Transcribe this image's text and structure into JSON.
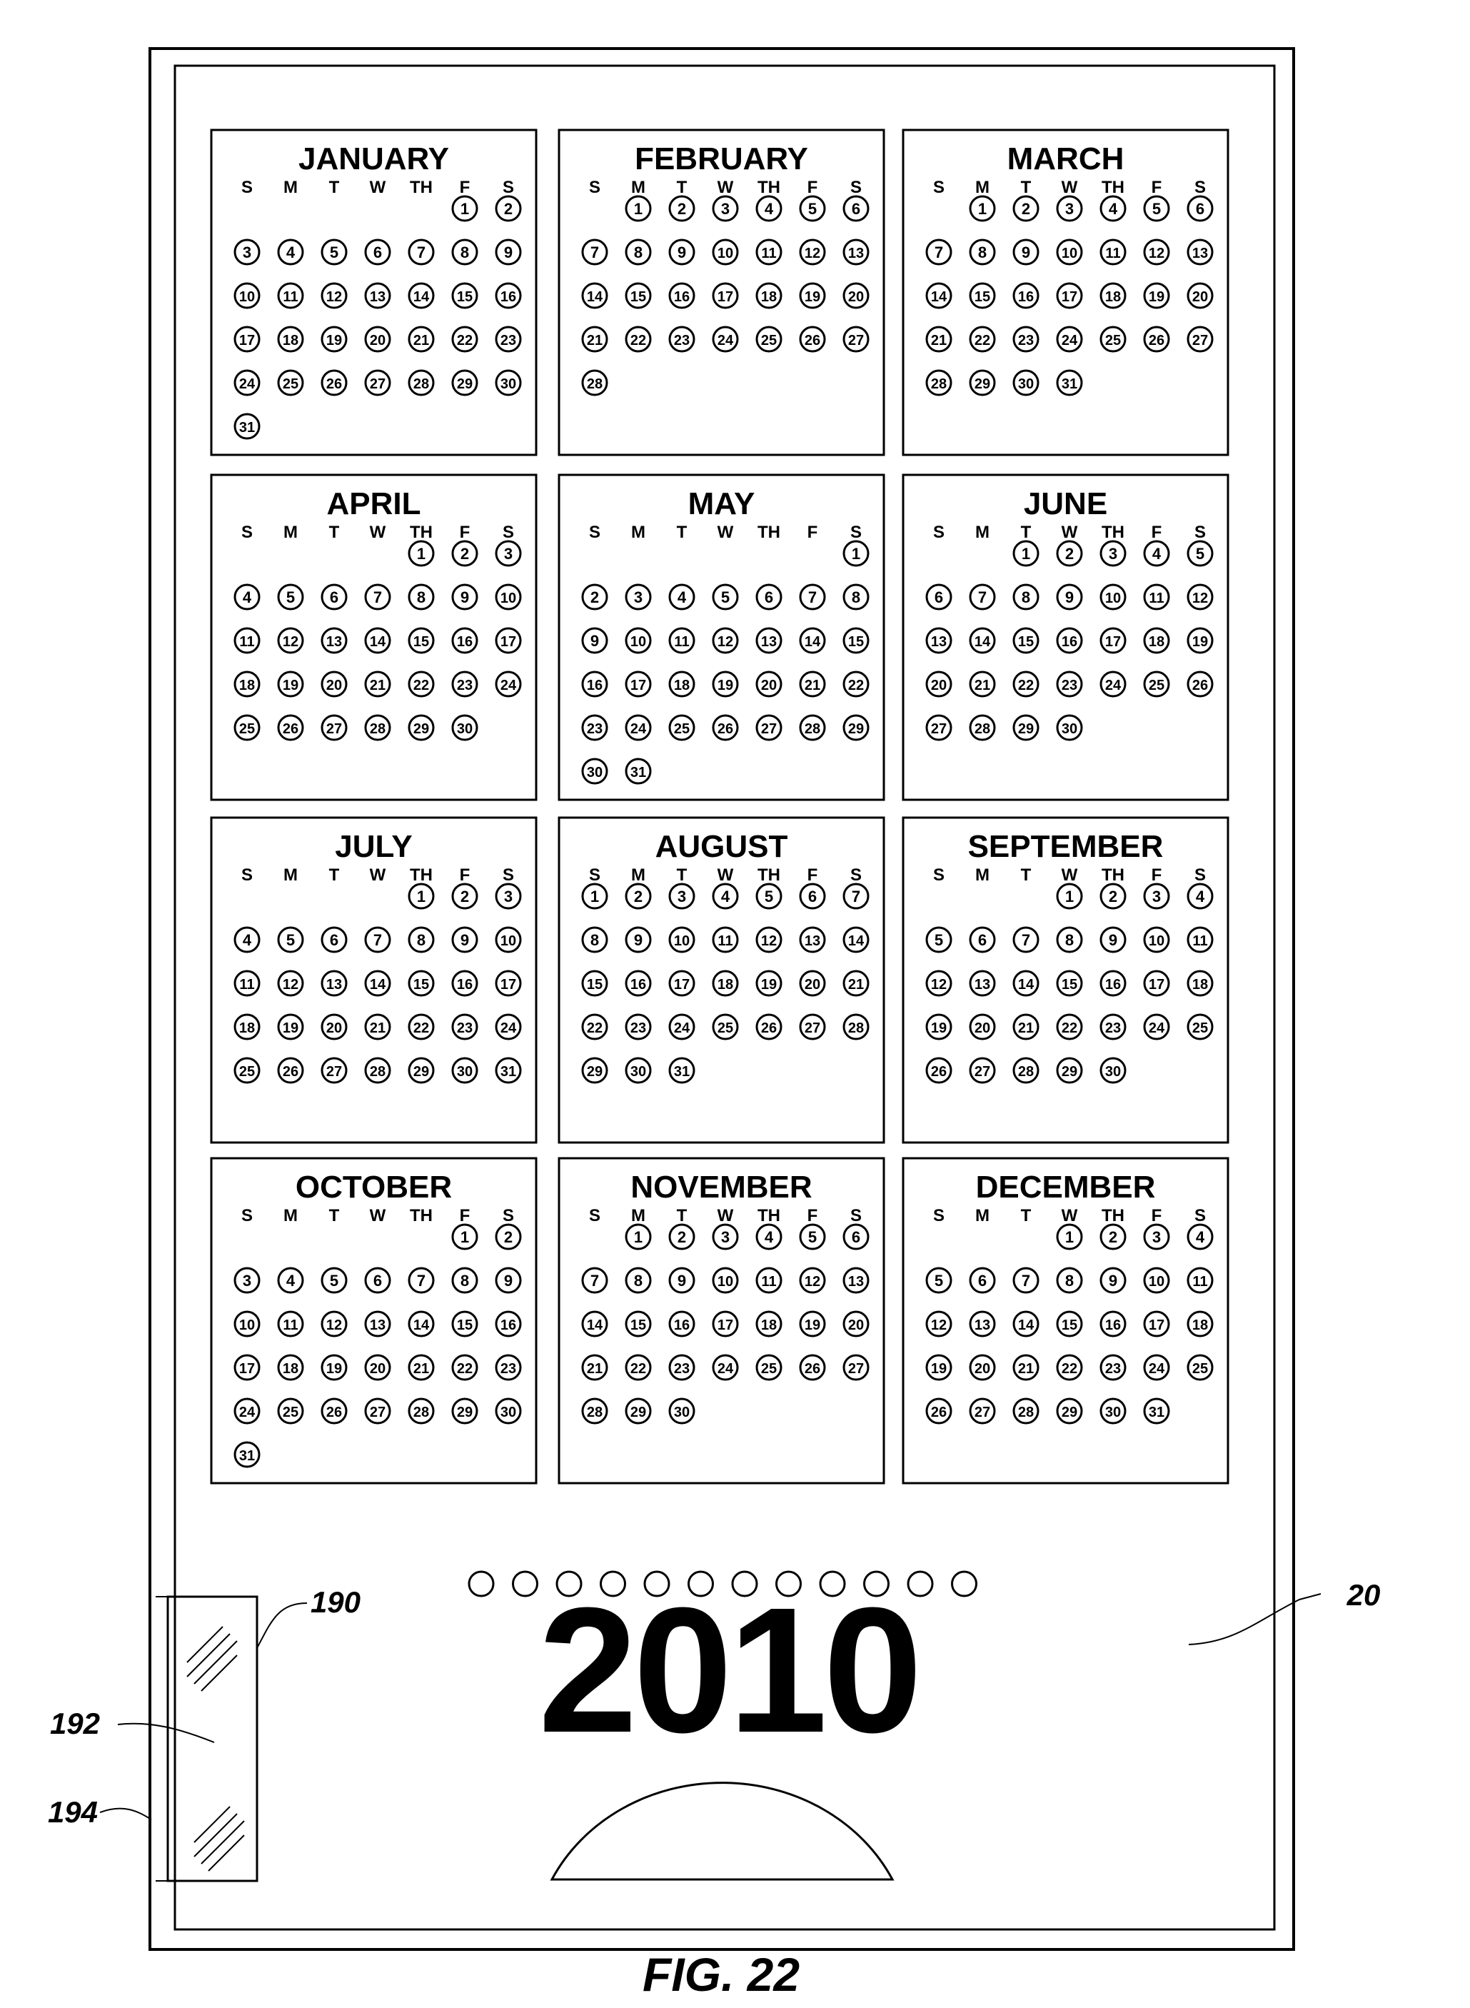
{
  "year": "2010",
  "figure_label": "FIG. 22",
  "reference_numerals": {
    "calendar": "20",
    "pocket": "190",
    "pocket_body": "192",
    "pocket_edge": "194"
  },
  "weekday_headers": [
    "S",
    "M",
    "T",
    "W",
    "TH",
    "F",
    "S"
  ],
  "months": [
    {
      "name": "JANUARY",
      "start": 5,
      "days": 31
    },
    {
      "name": "FEBRUARY",
      "start": 1,
      "days": 28
    },
    {
      "name": "MARCH",
      "start": 1,
      "days": 31
    },
    {
      "name": "APRIL",
      "start": 4,
      "days": 30
    },
    {
      "name": "MAY",
      "start": 6,
      "days": 31
    },
    {
      "name": "JUNE",
      "start": 2,
      "days": 30
    },
    {
      "name": "JULY",
      "start": 4,
      "days": 31
    },
    {
      "name": "AUGUST",
      "start": 0,
      "days": 31
    },
    {
      "name": "SEPTEMBER",
      "start": 3,
      "days": 30
    },
    {
      "name": "OCTOBER",
      "start": 5,
      "days": 31
    },
    {
      "name": "NOVEMBER",
      "start": 1,
      "days": 30
    },
    {
      "name": "DECEMBER",
      "start": 3,
      "days": 31
    }
  ],
  "binding_holes": 12
}
